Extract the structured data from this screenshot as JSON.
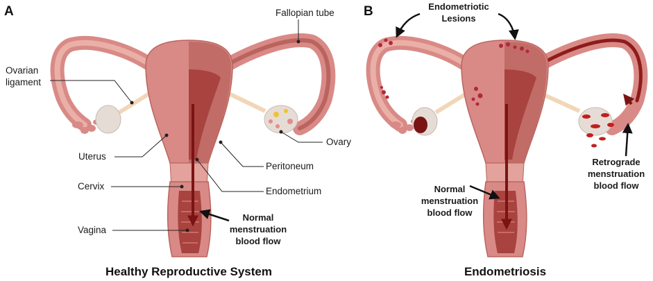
{
  "panel_a": {
    "letter": "A",
    "caption": "Healthy Reproductive System",
    "labels": {
      "fallopian_tube": "Fallopian tube",
      "ovarian_ligament_1": "Ovarian",
      "ovarian_ligament_2": "ligament",
      "uterus": "Uterus",
      "cervix": "Cervix",
      "vagina": "Vagina",
      "ovary": "Ovary",
      "peritoneum": "Peritoneum",
      "endometrium": "Endometrium"
    },
    "flow_label": [
      "Normal",
      "menstruation",
      "blood flow"
    ]
  },
  "panel_b": {
    "letter": "B",
    "caption": "Endometriosis",
    "lesions_label": [
      "Endometriotic",
      "Lesions"
    ],
    "normal_flow_label": [
      "Normal",
      "menstruation",
      "blood flow"
    ],
    "retrograde_flow_label": [
      "Retrograde",
      "menstruation",
      "blood flow"
    ]
  },
  "colors": {
    "tissue": "#d98a86",
    "tissue_light": "#eab0a8",
    "tissue_dark": "#b9645f",
    "inner": "#a8433f",
    "blood": "#8e1b1b",
    "ovary": "#e6dcd6"
  }
}
